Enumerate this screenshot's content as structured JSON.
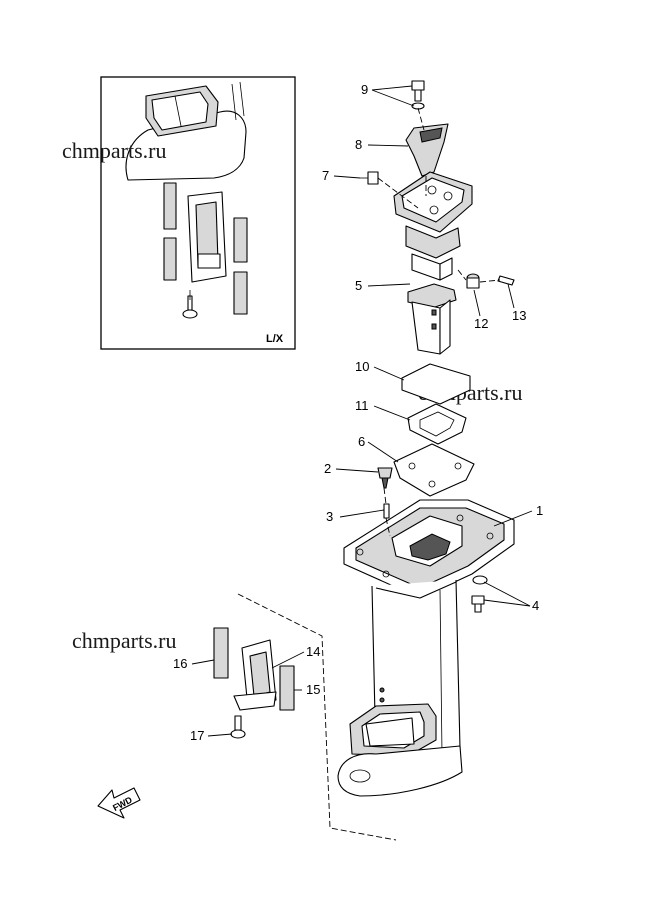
{
  "watermarks": [
    "chmparts.ru",
    "chmparts.ru",
    "chmparts.ru"
  ],
  "inset_label": "L/X",
  "fwd_label": "FWD",
  "callouts": [
    "1",
    "2",
    "3",
    "4",
    "5",
    "6",
    "7",
    "8",
    "9",
    "10",
    "11",
    "12",
    "13",
    "14",
    "15",
    "16",
    "17"
  ]
}
